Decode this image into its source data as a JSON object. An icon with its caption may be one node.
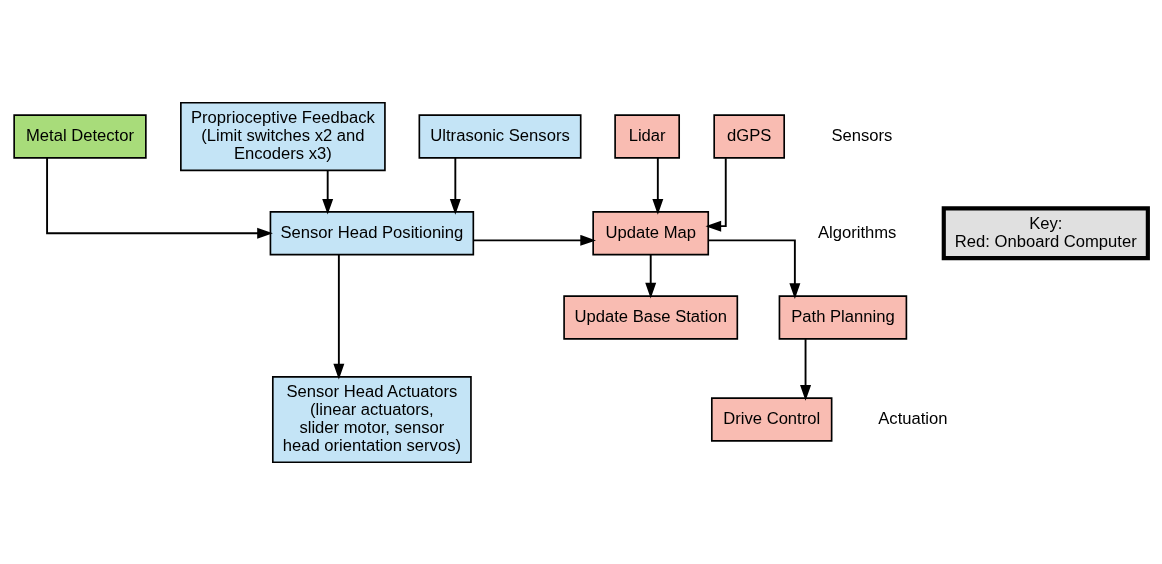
{
  "diagram": {
    "nodes": [
      {
        "text": [
          "Metal Detector"
        ]
      },
      {
        "text": [
          "Ultrasonic Sensors"
        ]
      },
      {
        "text": [
          "Proprioceptive Feedback (Limit switches x2 and Encoders x3)"
        ]
      },
      {
        "text": [
          "Lidar"
        ]
      },
      {
        "text": [
          "dGPS"
        ]
      },
      {
        "text": [
          "Key:",
          "Red: Onboard Computer"
        ]
      },
      {
        "text": [
          "Sensor Head Positioning"
        ]
      },
      {
        "text": [
          "Update Map"
        ]
      },
      {
        "text": [
          "Path Planning"
        ]
      },
      {
        "text": [
          "Update Base Station"
        ]
      },
      {
        "text": [
          "Sensor Head Actuators (linear actuators, slider motor, sensor head orientation servos)"
        ]
      },
      {
        "text": [
          "Drive Control"
        ]
      }
    ],
    "edges": [
      {
        "from": 0,
        "to": 6,
        "arrow": "to"
      },
      {
        "from": 1,
        "to": 6,
        "arrow": "to"
      },
      {
        "from": 2,
        "to": 6,
        "arrow": "to"
      },
      {
        "from": 3,
        "to": 7,
        "arrow": "to"
      },
      {
        "from": 4,
        "to": 7,
        "arrow": "to"
      },
      {
        "from": 6,
        "to": 7,
        "arrow": "to"
      },
      {
        "from": 7,
        "to": 8,
        "arrow": "to"
      },
      {
        "from": 7,
        "to": 9,
        "arrow": "to"
      },
      {
        "from": 6,
        "to": 10,
        "arrow": "to"
      },
      {
        "from": 8,
        "to": 11,
        "arrow": "to"
      }
    ],
    "labels": [
      "Sensors",
      "Algorithms",
      "Actuation"
    ]
  }
}
